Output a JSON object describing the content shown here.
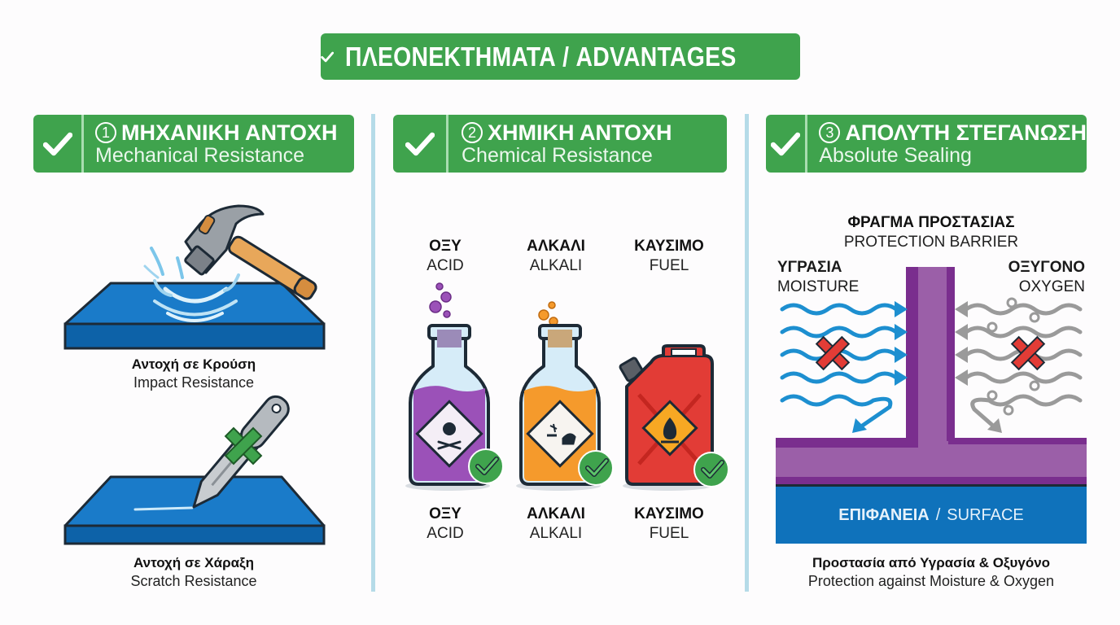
{
  "header": {
    "title": "ΠΛΕΟΝΕΚΤΗΜΑΤΑ / ADVANTAGES",
    "icon": "check-icon",
    "color": "#3fa34d"
  },
  "sections": [
    {
      "number": "1",
      "title_gr": "ΜΗΧΑΝΙΚΗ ΑΝΤΟΧΗ",
      "title_en": "Mechanical Resistance",
      "items": [
        {
          "icon": "hammer-impact-icon",
          "caption_gr": "Αντοχή σε Κρούση",
          "caption_en": "Impact Resistance"
        },
        {
          "icon": "knife-scratch-icon",
          "caption_gr": "Αντοχή σε Χάραξη",
          "caption_en": "Scratch Resistance"
        }
      ]
    },
    {
      "number": "2",
      "title_gr": "ΧΗΜΙΚΗ ΑΝΤΟΧΗ",
      "title_en": "Chemical Resistance",
      "items": [
        {
          "icon": "acid-bottle-icon",
          "label_gr": "ΟΞΥ",
          "label_en": "ACID",
          "hazard": "toxic-skull",
          "color": "#9b51b8"
        },
        {
          "icon": "alkali-bottle-icon",
          "label_gr": "ΑΛΚΑΛΙ",
          "label_en": "ALKALI",
          "hazard": "corrosive",
          "color": "#f59a2c"
        },
        {
          "icon": "fuel-canister-icon",
          "label_gr": "ΚΑΥΣΙΜΟ",
          "label_en": "FUEL",
          "hazard": "flammable",
          "color": "#e23c36"
        }
      ]
    },
    {
      "number": "3",
      "title_gr": "ΑΠΟΛΥΤΗ ΣΤΕΓΑΝΩΣΗ",
      "title_en": "Absolute Sealing",
      "barrier_gr": "ΦΡΑΓΜΑ ΠΡΟΣΤΑΣΙΑΣ",
      "barrier_en": "PROTECTION BARRIER",
      "moisture_gr": "ΥΓΡΑΣΙΑ",
      "moisture_en": "MOISTURE",
      "oxygen_gr": "ΟΞΥΓΟΝΟ",
      "oxygen_en": "OXYGEN",
      "surface_gr": "ΕΠΙΦΑΝΕΙΑ",
      "surface_sep": "/",
      "surface_en": "SURFACE",
      "caption_gr": "Προστασία από Υγρασία & Οξυγόνο",
      "caption_en": "Protection against Moisture & Oxygen",
      "colors": {
        "barrier": "#9b5fa8",
        "surface": "#0f72bb",
        "moisture": "#1d8fd0",
        "oxygen": "#9a9a9a",
        "blocked": "#e23c36"
      }
    }
  ]
}
